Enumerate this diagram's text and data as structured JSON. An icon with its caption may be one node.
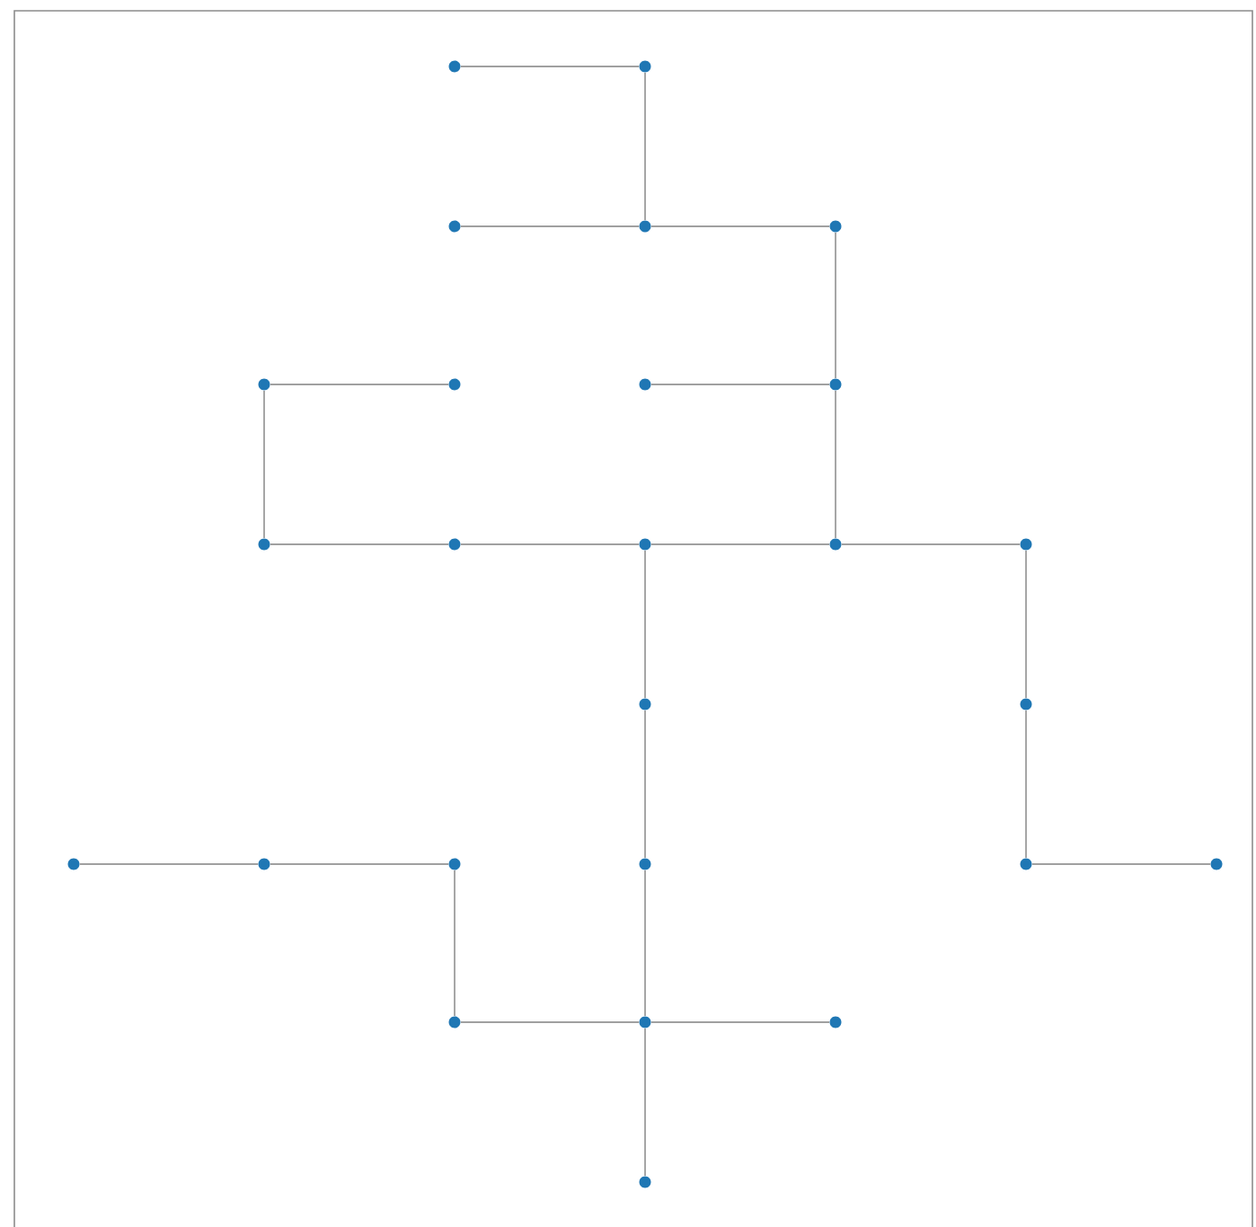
{
  "diagram": {
    "nodes": [
      {
        "text": [],
        "shape": "circle"
      },
      {
        "text": [],
        "shape": "circle"
      },
      {
        "text": [],
        "shape": "circle"
      },
      {
        "text": [],
        "shape": "circle"
      },
      {
        "text": [],
        "shape": "circle"
      },
      {
        "text": [],
        "shape": "circle"
      },
      {
        "text": [],
        "shape": "circle"
      },
      {
        "text": [],
        "shape": "circle"
      },
      {
        "text": [],
        "shape": "circle"
      },
      {
        "text": [],
        "shape": "circle"
      },
      {
        "text": [],
        "shape": "circle"
      },
      {
        "text": [],
        "shape": "circle"
      },
      {
        "text": [],
        "shape": "circle"
      },
      {
        "text": [],
        "shape": "circle"
      },
      {
        "text": [],
        "shape": "circle"
      },
      {
        "text": [],
        "shape": "circle"
      },
      {
        "text": [],
        "shape": "circle"
      },
      {
        "text": [],
        "shape": "circle"
      },
      {
        "text": [],
        "shape": "circle"
      },
      {
        "text": [],
        "shape": "circle"
      },
      {
        "text": [],
        "shape": "circle"
      },
      {
        "text": [],
        "shape": "circle"
      },
      {
        "text": [],
        "shape": "circle"
      },
      {
        "text": [],
        "shape": "circle"
      },
      {
        "text": [],
        "shape": "circle"
      },
      {
        "text": [],
        "shape": "circle"
      }
    ],
    "edges": [
      {
        "from": 0,
        "to": 1,
        "arrow": "none"
      },
      {
        "from": 1,
        "to": 3,
        "arrow": "none"
      },
      {
        "from": 2,
        "to": 3,
        "arrow": "none"
      },
      {
        "from": 3,
        "to": 4,
        "arrow": "none"
      },
      {
        "from": 4,
        "to": 8,
        "arrow": "none"
      },
      {
        "from": 7,
        "to": 8,
        "arrow": "none"
      },
      {
        "from": 5,
        "to": 6,
        "arrow": "none"
      },
      {
        "from": 5,
        "to": 9,
        "arrow": "none"
      },
      {
        "from": 8,
        "to": 12,
        "arrow": "none"
      },
      {
        "from": 9,
        "to": 10,
        "arrow": "none"
      },
      {
        "from": 10,
        "to": 11,
        "arrow": "none"
      },
      {
        "from": 11,
        "to": 12,
        "arrow": "none"
      },
      {
        "from": 12,
        "to": 13,
        "arrow": "none"
      },
      {
        "from": 11,
        "to": 14,
        "arrow": "none"
      },
      {
        "from": 13,
        "to": 15,
        "arrow": "none"
      },
      {
        "from": 14,
        "to": 19,
        "arrow": "none"
      },
      {
        "from": 15,
        "to": 20,
        "arrow": "none"
      },
      {
        "from": 16,
        "to": 17,
        "arrow": "none"
      },
      {
        "from": 17,
        "to": 18,
        "arrow": "none"
      },
      {
        "from": 18,
        "to": 22,
        "arrow": "none"
      },
      {
        "from": 20,
        "to": 21,
        "arrow": "none"
      },
      {
        "from": 19,
        "to": 23,
        "arrow": "none"
      },
      {
        "from": 22,
        "to": 23,
        "arrow": "none"
      },
      {
        "from": 23,
        "to": 24,
        "arrow": "none"
      },
      {
        "from": 23,
        "to": 25,
        "arrow": "none"
      }
    ]
  }
}
